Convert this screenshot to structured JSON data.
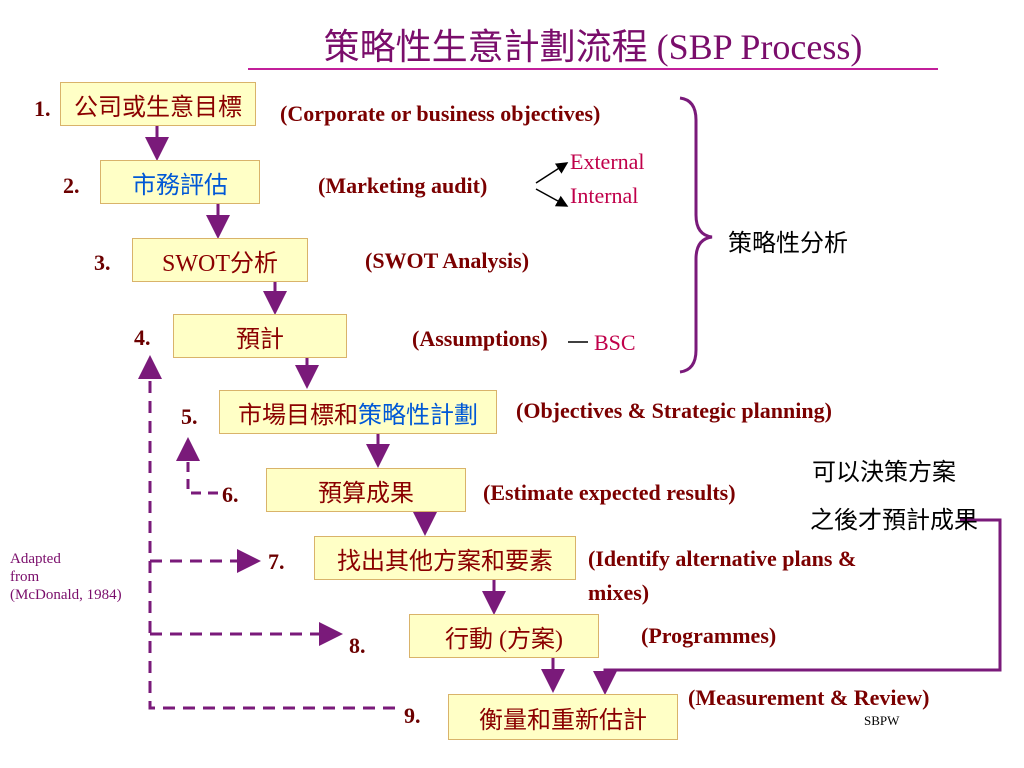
{
  "title": "策略性生意計劃流程 (SBP Process)",
  "steps": [
    {
      "num": "1.",
      "label": "公司或生意目標",
      "desc": "(Corporate or business objectives)"
    },
    {
      "num": "2.",
      "label": "市務評估",
      "desc": "(Marketing audit)"
    },
    {
      "num": "3.",
      "label": "SWOT分析",
      "desc": "(SWOT Analysis)"
    },
    {
      "num": "4.",
      "label": "預計",
      "desc": "(Assumptions)"
    },
    {
      "num": "5.",
      "label_a": "市場目標和",
      "label_b": "策略性計劃",
      "desc": "(Objectives & Strategic planning)"
    },
    {
      "num": "6.",
      "label": "預算成果",
      "desc": "(Estimate expected results)"
    },
    {
      "num": "7.",
      "label": "找出其他方案和要素",
      "desc_1": "(Identify alternative plans &",
      "desc_2": "mixes)"
    },
    {
      "num": "8.",
      "label": "行動 (方案)",
      "desc": "(Programmes)"
    },
    {
      "num": "9.",
      "label": "衡量和重新估計",
      "desc": "(Measurement & Review)"
    }
  ],
  "audit_branches": {
    "external": "External",
    "internal": "Internal"
  },
  "bsc": "BSC",
  "strategic_analysis": "策略性分析",
  "decision_note": {
    "line1": "可以決策方案",
    "line2": "之後才預計成果"
  },
  "credit": {
    "line1": "Adapted",
    "line2": "from",
    "line3": "(McDonald, 1984)"
  },
  "footer": "SBPW",
  "colors": {
    "box_fill": "#ffffc6",
    "arrow": "#7a1a7a",
    "title": "#7a0d6b",
    "accent_red": "#c0004a",
    "blue_text": "#0058d6"
  }
}
